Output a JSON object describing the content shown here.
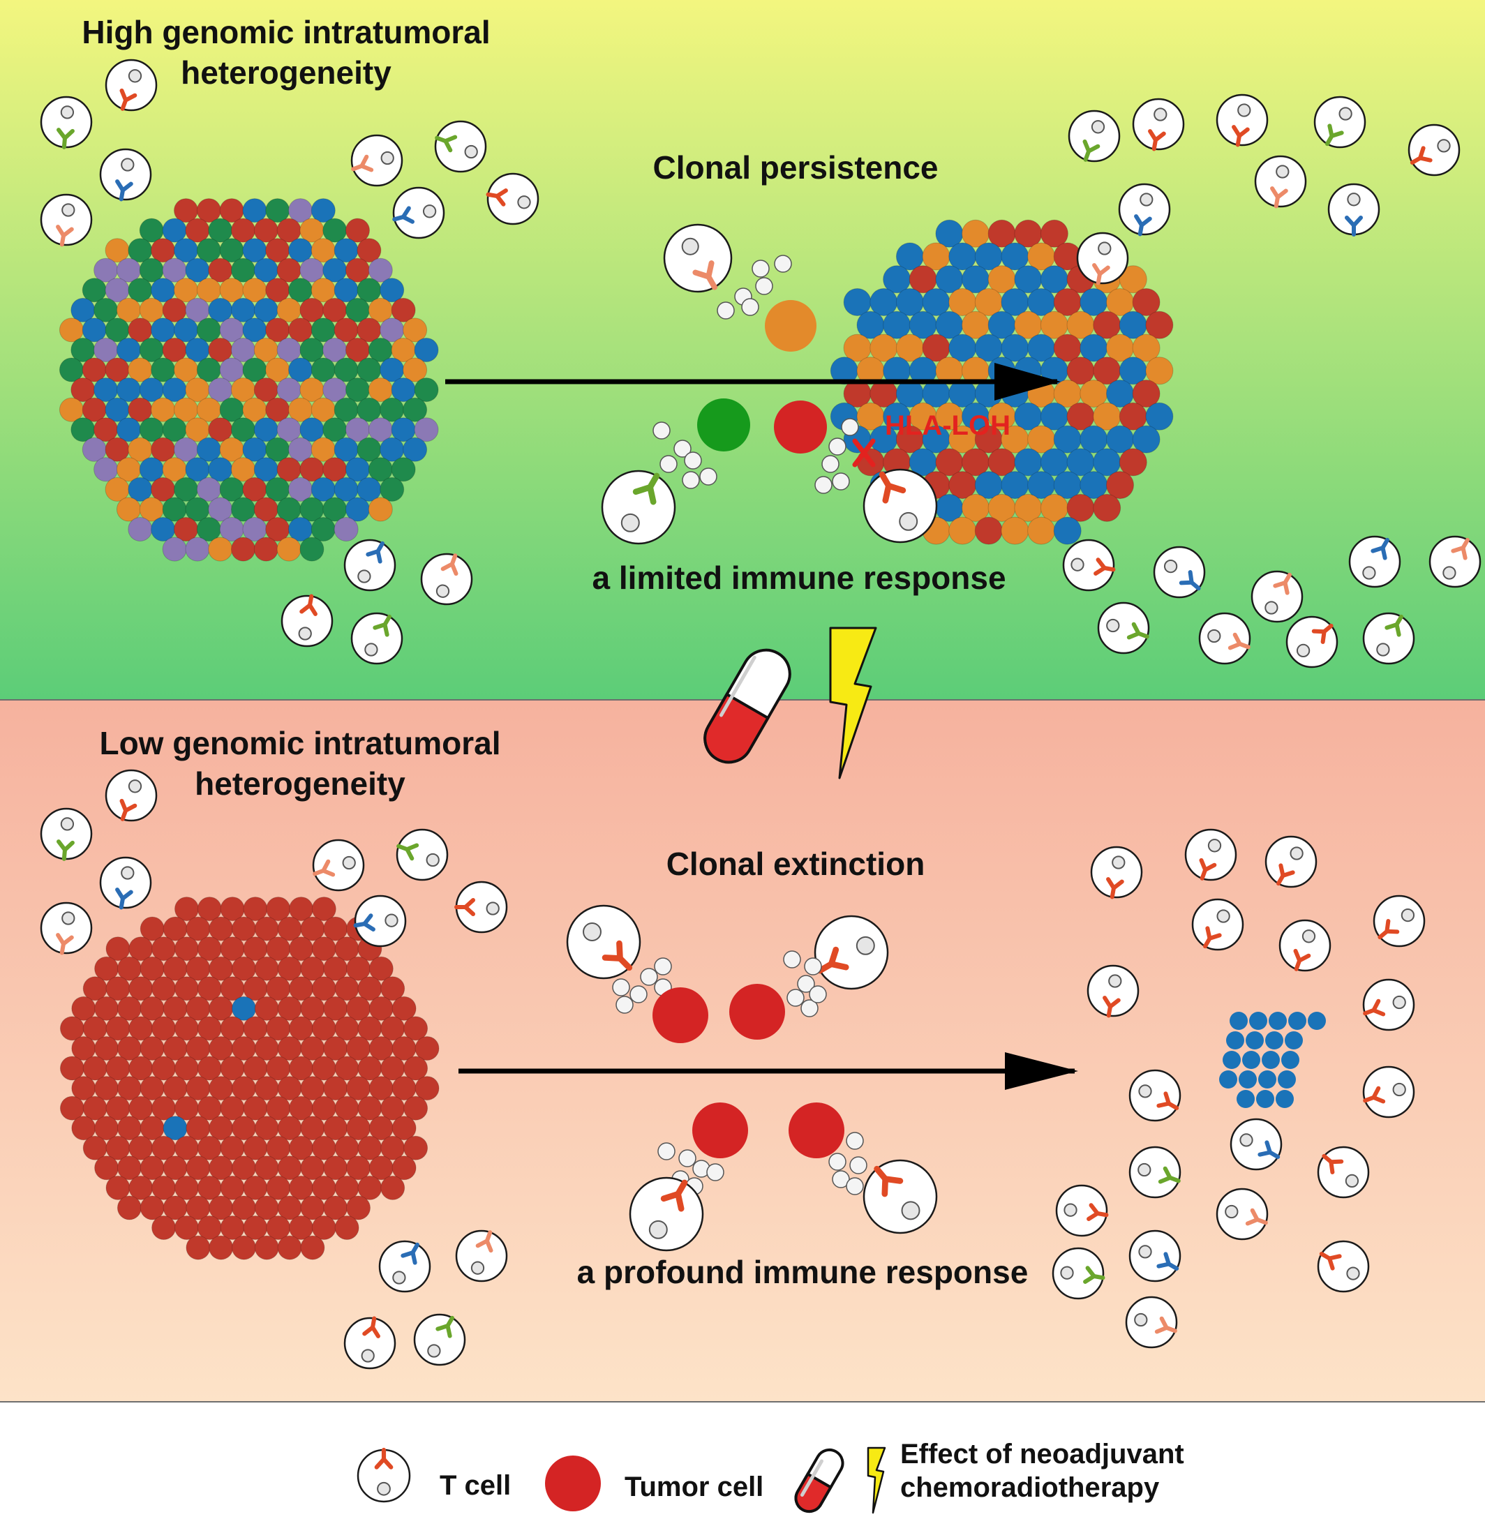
{
  "top_panel": {
    "title_line1": "High genomic intratumoral",
    "title_line2": "heterogeneity",
    "process_label": "Clonal persistence",
    "escape_label": "HLA-LOH",
    "response_label": "a limited immune response",
    "background_colors": [
      "#f3f67f",
      "#5ccd78"
    ]
  },
  "bottom_panel": {
    "title_line1": "Low genomic intratumoral",
    "title_line2": "heterogeneity",
    "process_label": "Clonal extinction",
    "response_label": "a profound immune response",
    "background_colors": [
      "#f6b29e",
      "#fde3c8"
    ]
  },
  "legend": {
    "t_cell_label": "T cell",
    "tumor_cell_label": "Tumor cell",
    "therapy_label_line1": "Effect of neoadjuvant",
    "therapy_label_line2": "chemoradiotherapy"
  },
  "icons": {
    "therapy_icons": [
      "pill-capsule-icon",
      "lightning-bolt-icon"
    ],
    "t_cell_icon": "t-cell-icon",
    "tumor_cell_icon": "tumor-cell-icon"
  },
  "colors": {
    "clone_blue": "#1a73b8",
    "clone_red": "#c0392b",
    "clone_orange": "#e38a2b",
    "clone_green": "#1f8a4c",
    "clone_purple": "#8b79b5",
    "tumor_red": "#d42424",
    "receptor_red": "#e04a24",
    "receptor_green": "#6aa62c",
    "receptor_blue": "#2a6db5",
    "receptor_salmon": "#ec8a68",
    "bolt_yellow": "#f7ea14"
  }
}
